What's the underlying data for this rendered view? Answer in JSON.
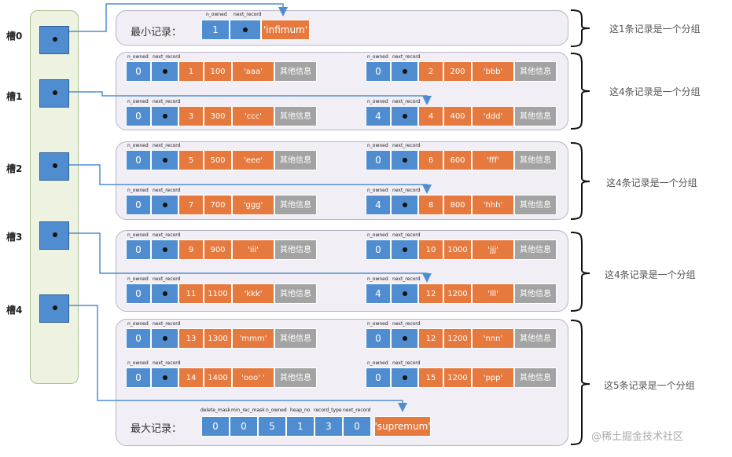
{
  "slots": [
    {
      "label": "槽0"
    },
    {
      "label": "槽1"
    },
    {
      "label": "槽2"
    },
    {
      "label": "槽3"
    },
    {
      "label": "槽4"
    }
  ],
  "min_record": {
    "title": "最小记录：",
    "headers": [
      "n_owned",
      "next_record"
    ],
    "n_owned": "1",
    "content": "'infimum'"
  },
  "max_record": {
    "title": "最大记录：",
    "headers": [
      "delete_mask",
      "min_rec_mask",
      "n_owned",
      "heap_no",
      "record_type",
      "next_record"
    ],
    "values": [
      "0",
      "0",
      "5",
      "1",
      "3",
      "0"
    ],
    "content": "'supremum'"
  },
  "record_headers": [
    "n_owned",
    "next_record"
  ],
  "records": [
    {
      "n_owned": "0",
      "num": "1",
      "val": "100",
      "str": "'aaa'",
      "other": "其他信息"
    },
    {
      "n_owned": "0",
      "num": "2",
      "val": "200",
      "str": "'bbb'",
      "other": "其他信息"
    },
    {
      "n_owned": "0",
      "num": "3",
      "val": "300",
      "str": "'ccc'",
      "other": "其他信息"
    },
    {
      "n_owned": "4",
      "num": "4",
      "val": "400",
      "str": "'ddd'",
      "other": "其他信息"
    },
    {
      "n_owned": "0",
      "num": "5",
      "val": "500",
      "str": "'eee'",
      "other": "其他信息"
    },
    {
      "n_owned": "0",
      "num": "6",
      "val": "600",
      "str": "'fff'",
      "other": "其他信息"
    },
    {
      "n_owned": "0",
      "num": "7",
      "val": "700",
      "str": "'ggg'",
      "other": "其他信息"
    },
    {
      "n_owned": "4",
      "num": "8",
      "val": "800",
      "str": "'hhh'",
      "other": "其他信息"
    },
    {
      "n_owned": "0",
      "num": "9",
      "val": "900",
      "str": "'iii'",
      "other": "其他信息"
    },
    {
      "n_owned": "0",
      "num": "10",
      "val": "1000",
      "str": "'jjj'",
      "other": "其他信息"
    },
    {
      "n_owned": "0",
      "num": "11",
      "val": "1100",
      "str": "'kkk'",
      "other": "其他信息"
    },
    {
      "n_owned": "4",
      "num": "12",
      "val": "1200",
      "str": "'lll'",
      "other": "其他信息"
    },
    {
      "n_owned": "0",
      "num": "13",
      "val": "1300",
      "str": "'mmm'",
      "other": "其他信息"
    },
    {
      "n_owned": "0",
      "num": "12",
      "val": "1200",
      "str": "'nnn'",
      "other": "其他信息"
    },
    {
      "n_owned": "0",
      "num": "14",
      "val": "1400",
      "str": "'ooo' '",
      "other": "其他信息"
    },
    {
      "n_owned": "0",
      "num": "15",
      "val": "1200",
      "str": "'ppp'",
      "other": "其他信息"
    }
  ],
  "group_labels": [
    "这1条记录是一个分组",
    "这4条记录是一个分组",
    "这4条记录是一个分组",
    "这4条记录是一个分组",
    "这5条记录是一个分组"
  ],
  "watermark": "@稀土掘金技术社区"
}
